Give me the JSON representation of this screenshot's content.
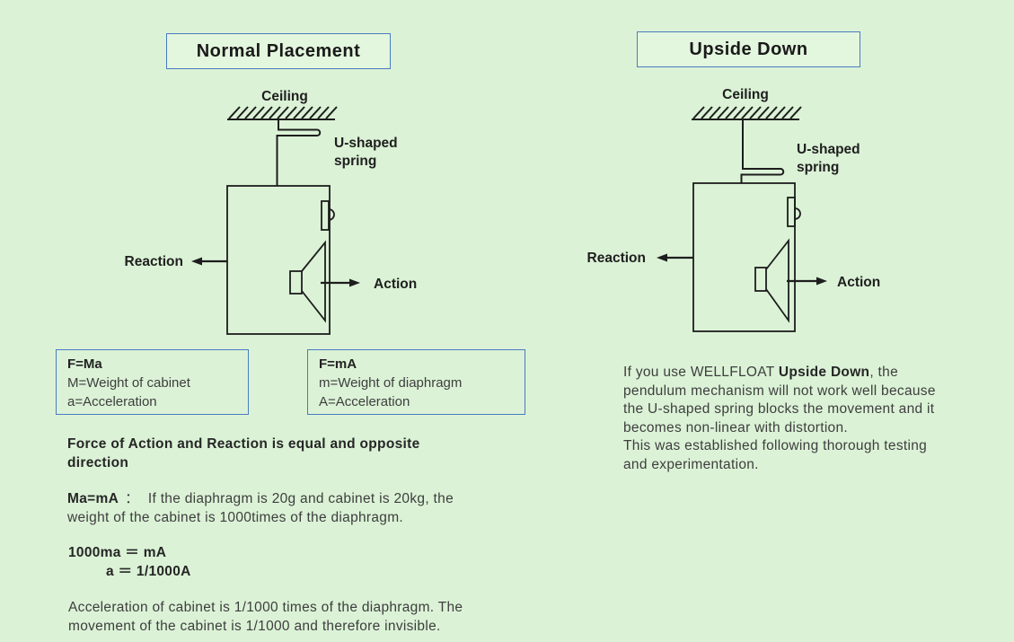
{
  "left": {
    "title": "Normal Placement",
    "diagram": {
      "ceiling": "Ceiling",
      "spring": [
        "U-shaped",
        "spring"
      ],
      "reaction": "Reaction",
      "action": "Action"
    },
    "formula_boxes": [
      {
        "formula": "F=Ma",
        "line2": "M=Weight of cabinet",
        "line3": "a=Acceleration"
      },
      {
        "formula": "F=mA",
        "line2": "m=Weight of diaphragm",
        "line3": "A=Acceleration"
      }
    ],
    "heading": {
      "line1": "Force of Action and Reaction is equal and opposite",
      "line2": "direction"
    },
    "ma_block": {
      "bold": "Ma=mA",
      "colon": "：",
      "line1": "If the diaphragm is 20g and cabinet is 20kg, the",
      "line2": "weight of the cabinet is 1000times of the diaphragm."
    },
    "equations": {
      "line1": "1000ma ＝ mA",
      "line2": "a ＝ 1/1000A"
    },
    "acceleration": {
      "line1": "Acceleration of cabinet is 1/1000 times of the diaphragm. The",
      "line2": "movement of the cabinet is 1/1000 and therefore invisible."
    }
  },
  "right": {
    "title": "Upside Down",
    "diagram": {
      "ceiling": "Ceiling",
      "spring": [
        "U-shaped",
        "spring"
      ],
      "reaction": "Reaction",
      "action": "Action"
    },
    "paragraph": {
      "line1_pre": "If you use WELLFLOAT ",
      "line1_bold": "Upside Down",
      "line1_post": ", the",
      "line2": "pendulum mechanism will not work well because",
      "line3": "the U-shaped spring blocks the movement and it",
      "line4": "becomes non-linear with distortion.",
      "line5": "This was established following thorough testing",
      "line6": "and experimentation."
    }
  },
  "colors": {
    "background": "#dbf2d6",
    "box_border": "#4a7cc0",
    "line": "#1d1d1d"
  }
}
